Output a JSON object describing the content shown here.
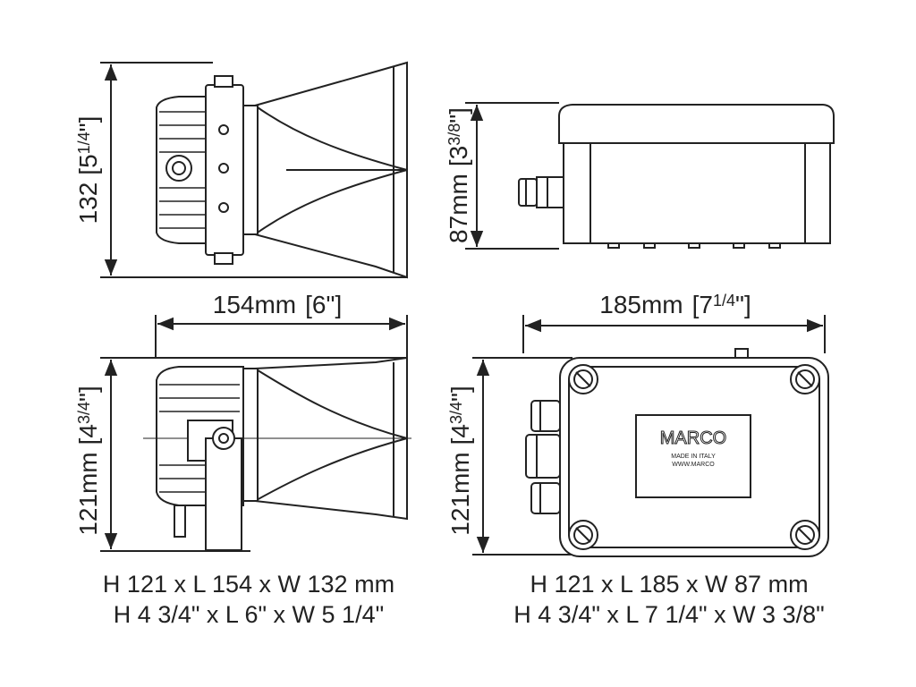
{
  "dimensions": {
    "horn_height": {
      "mm": "132",
      "inch_whole": "5",
      "inch_frac": "1/4"
    },
    "horn_length": {
      "mm": "154mm",
      "inch": "6\""
    },
    "horn_bottom_height": {
      "mm": "121mm",
      "inch_whole": "4",
      "inch_frac": "3/4"
    },
    "box_height": {
      "mm": "87mm",
      "inch_whole": "3",
      "inch_frac": "3/8"
    },
    "box_length": {
      "mm": "185mm",
      "inch_whole": "7",
      "inch_frac": "1/4"
    },
    "box_bottom_height": {
      "mm": "121mm",
      "inch_whole": "4",
      "inch_frac": "3/4"
    }
  },
  "label": {
    "brand": "MARCO",
    "line1": "MADE IN ITALY",
    "line2": "WWW.MARCO"
  },
  "captions": {
    "left_mm": "H 121 x L 154 x W 132 mm",
    "left_in": "H 4 3/4\" x L 6\" x W 5 1/4\"",
    "right_mm": "H 121 x L 185 x W 87 mm",
    "right_in": "H 4 3/4\" x L 7 1/4\" x W 3 3/8\""
  }
}
